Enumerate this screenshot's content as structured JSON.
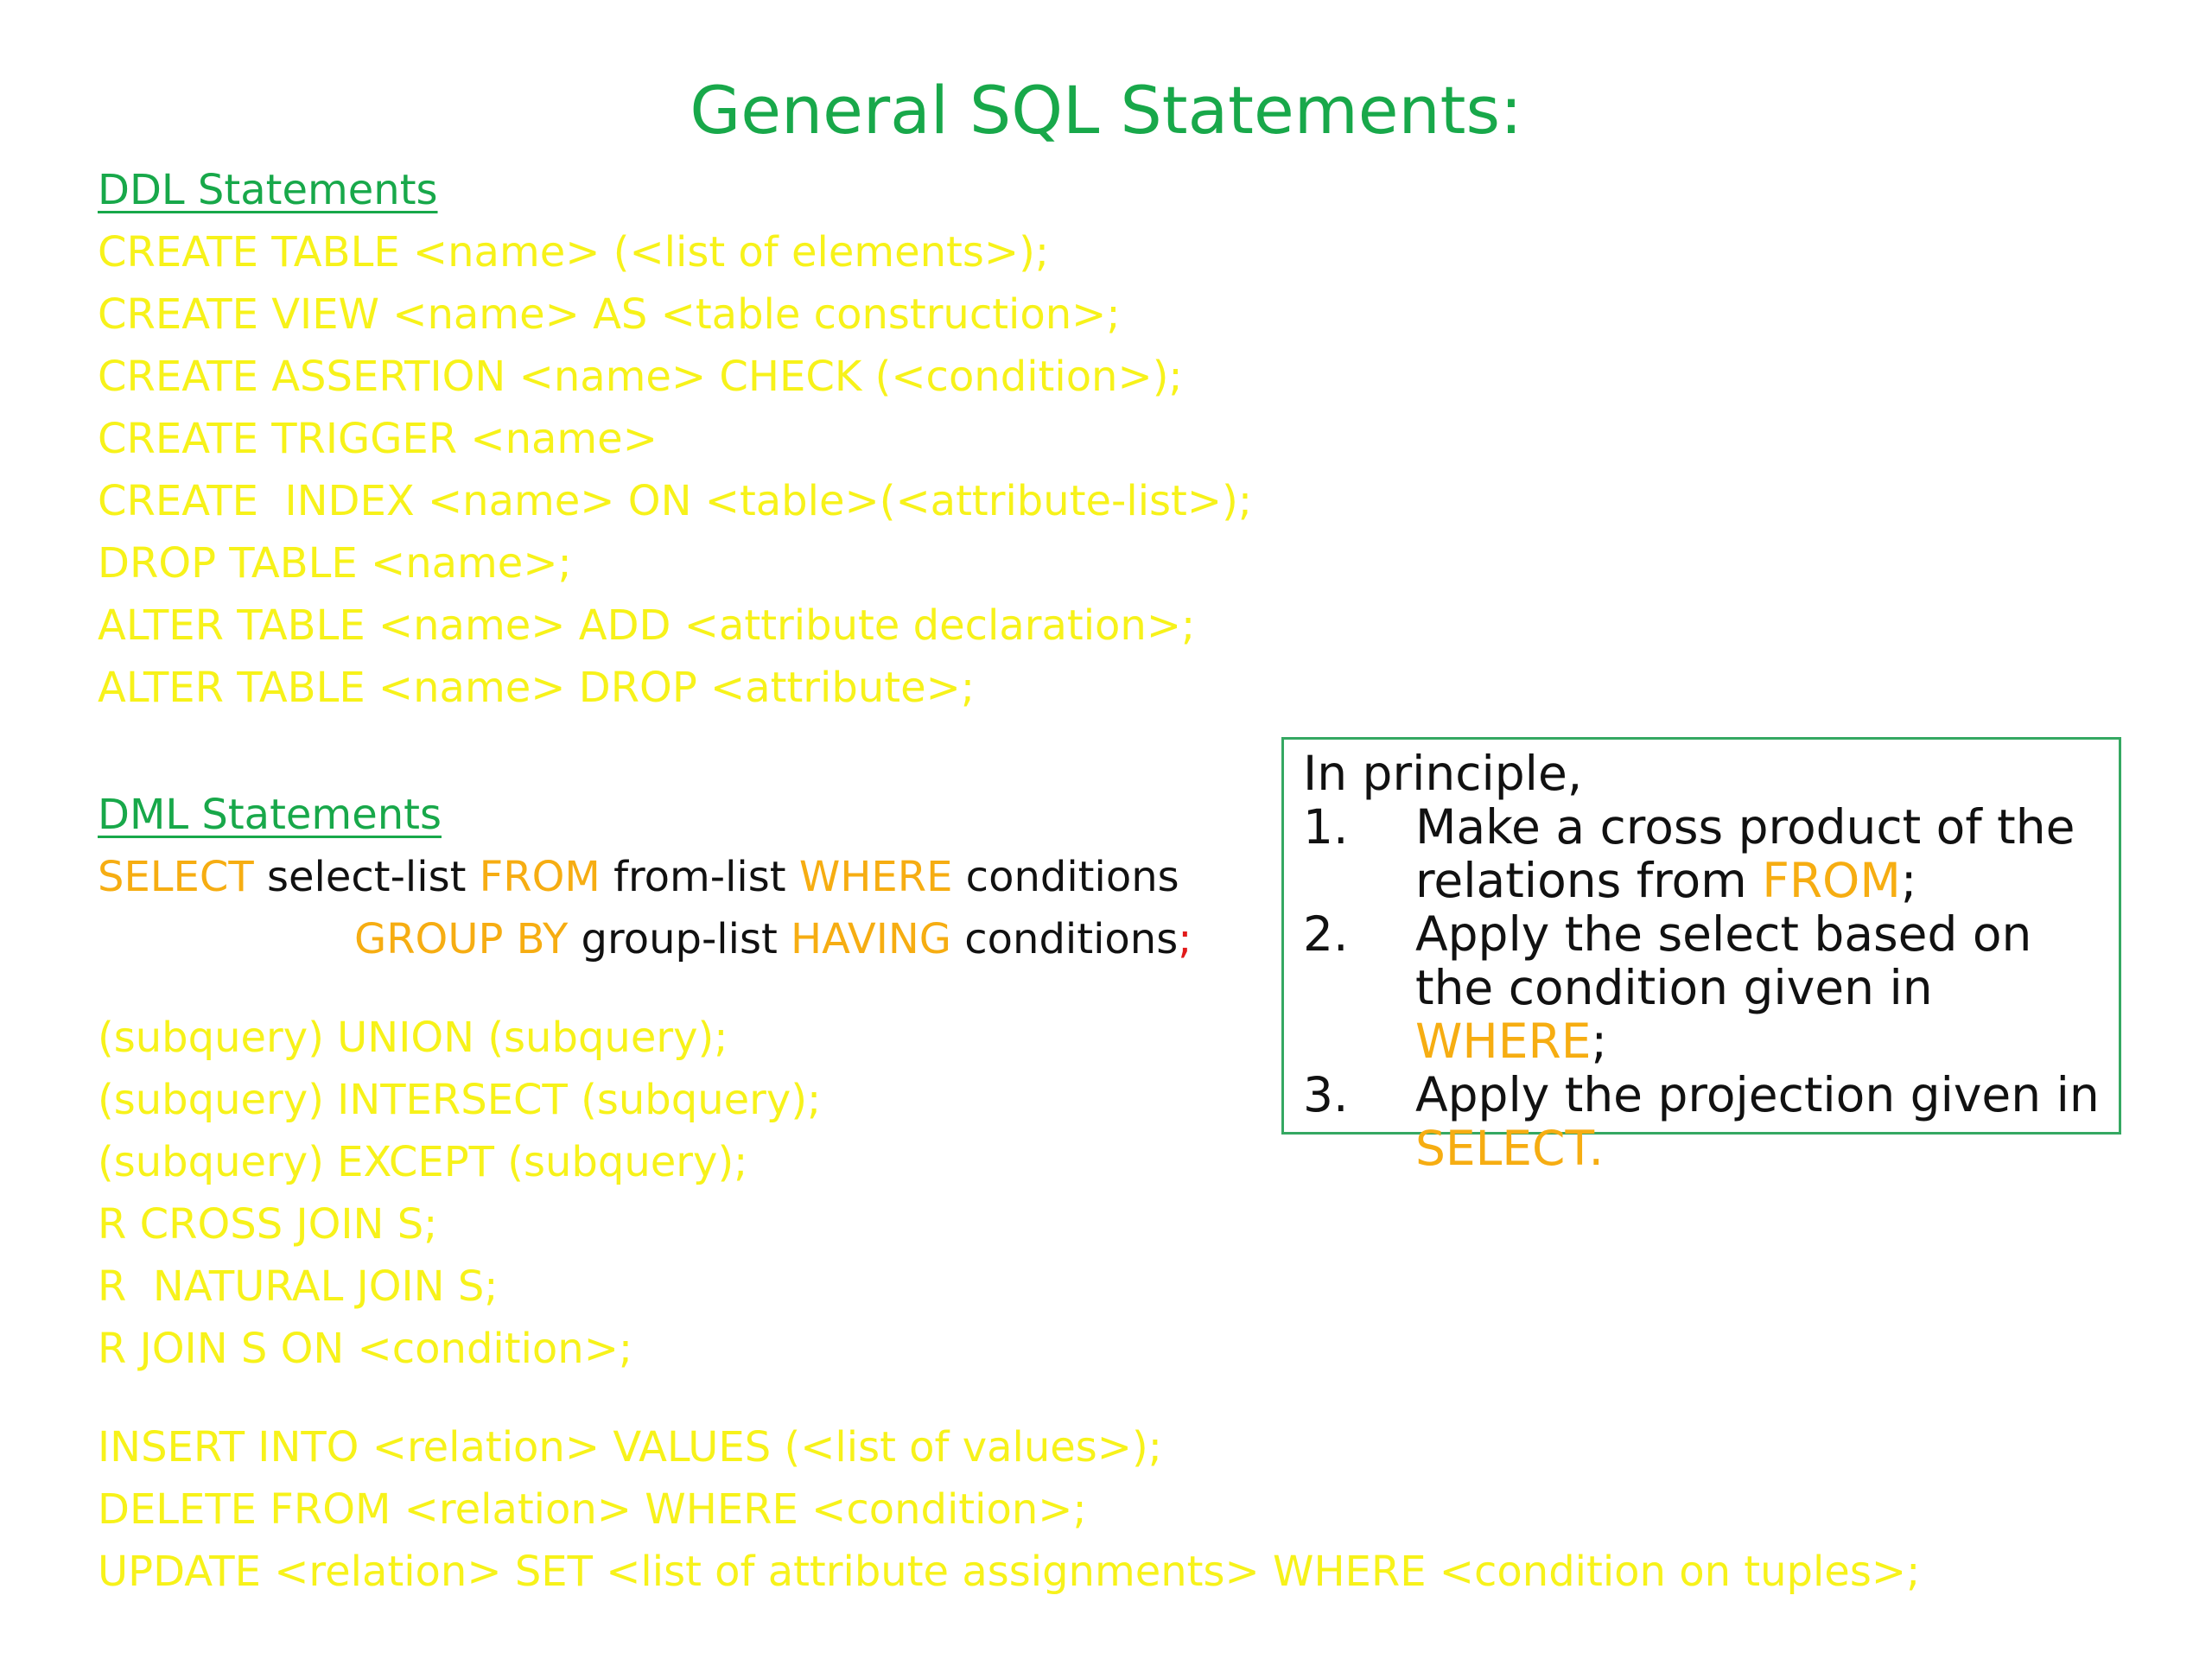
{
  "title": "General SQL Statements:",
  "ddl": {
    "heading": "DDL Statements",
    "lines": [
      "CREATE TABLE <name> (<list of elements>);",
      "CREATE VIEW <name> AS <table construction>;",
      "CREATE ASSERTION <name> CHECK (<condition>);",
      "CREATE TRIGGER <name>",
      "CREATE  INDEX <name> ON <table>(<attribute-list>);",
      "DROP TABLE <name>;",
      "ALTER TABLE <name> ADD <attribute declaration>;",
      "ALTER TABLE <name> DROP <attribute>;"
    ]
  },
  "dml": {
    "heading": "DML Statements",
    "select_line1": {
      "kw_select": "SELECT",
      "select_list": " select-list ",
      "kw_from": "FROM",
      "from_list": " from-list ",
      "kw_where": "WHERE",
      "conditions": " conditions"
    },
    "select_line2": {
      "kw_group_by": "GROUP BY",
      "group_list": " group-list ",
      "kw_having": "HAVING",
      "conditions": " conditions",
      "semicolon": ";"
    },
    "set_ops": [
      "(subquery) UNION (subquery);",
      "(subquery) INTERSECT (subquery);",
      "(subquery) EXCEPT (subquery);",
      "R CROSS JOIN S;",
      "R  NATURAL JOIN S;",
      "R JOIN S ON <condition>;"
    ],
    "modify": [
      "INSERT INTO <relation> VALUES (<list of values>);",
      "DELETE FROM <relation> WHERE <condition>;",
      "UPDATE <relation> SET <list of attribute assignments> WHERE <condition on tuples>;"
    ]
  },
  "principle_box": {
    "intro": "In principle,",
    "items": [
      {
        "num": "1.",
        "text": "Make a cross product of the relations from ",
        "kw": "FROM",
        "end": ";"
      },
      {
        "num": "2.",
        "text": "Apply the select based on the condition given in ",
        "kw": "WHERE",
        "end": ";"
      },
      {
        "num": "3.",
        "text": "Apply the projection given in ",
        "kw": "SELECT.",
        "end": ""
      }
    ]
  },
  "colors": {
    "heading_green": "#18a84a",
    "statement_yellow": "#f7f21a",
    "keyword_orange": "#f6ad12",
    "semicolon_red": "#e11a1a",
    "box_border": "#35a862"
  }
}
